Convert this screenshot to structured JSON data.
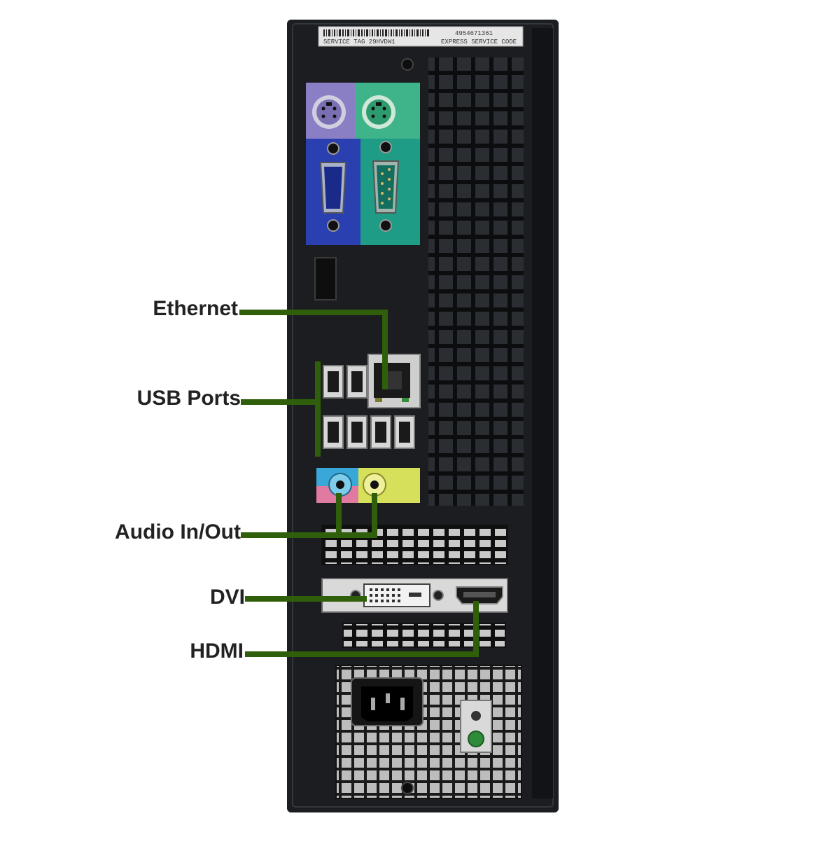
{
  "labels": {
    "ethernet": "Ethernet",
    "usb_ports": "USB Ports",
    "audio": "Audio In/Out",
    "dvi": "DVI",
    "hdmi": "HDMI"
  },
  "sticker": {
    "line1": "SERVICE TAG 29HVDW1",
    "line2": "EXPRESS SERVICE CODE",
    "number": "4954671361"
  },
  "colors": {
    "callout_line": "#2f5f0a",
    "chassis": "#1b1d20",
    "ps2_keyboard": "#8a7fc4",
    "ps2_mouse": "#3fb38a",
    "vga_panel": "#2a3fb0",
    "serial_panel": "#1f9c86",
    "audio_in": "#3aa7d9",
    "audio_out": "#d6e05a",
    "psu_panel": "#cfcfcf",
    "label_text": "#222222"
  }
}
